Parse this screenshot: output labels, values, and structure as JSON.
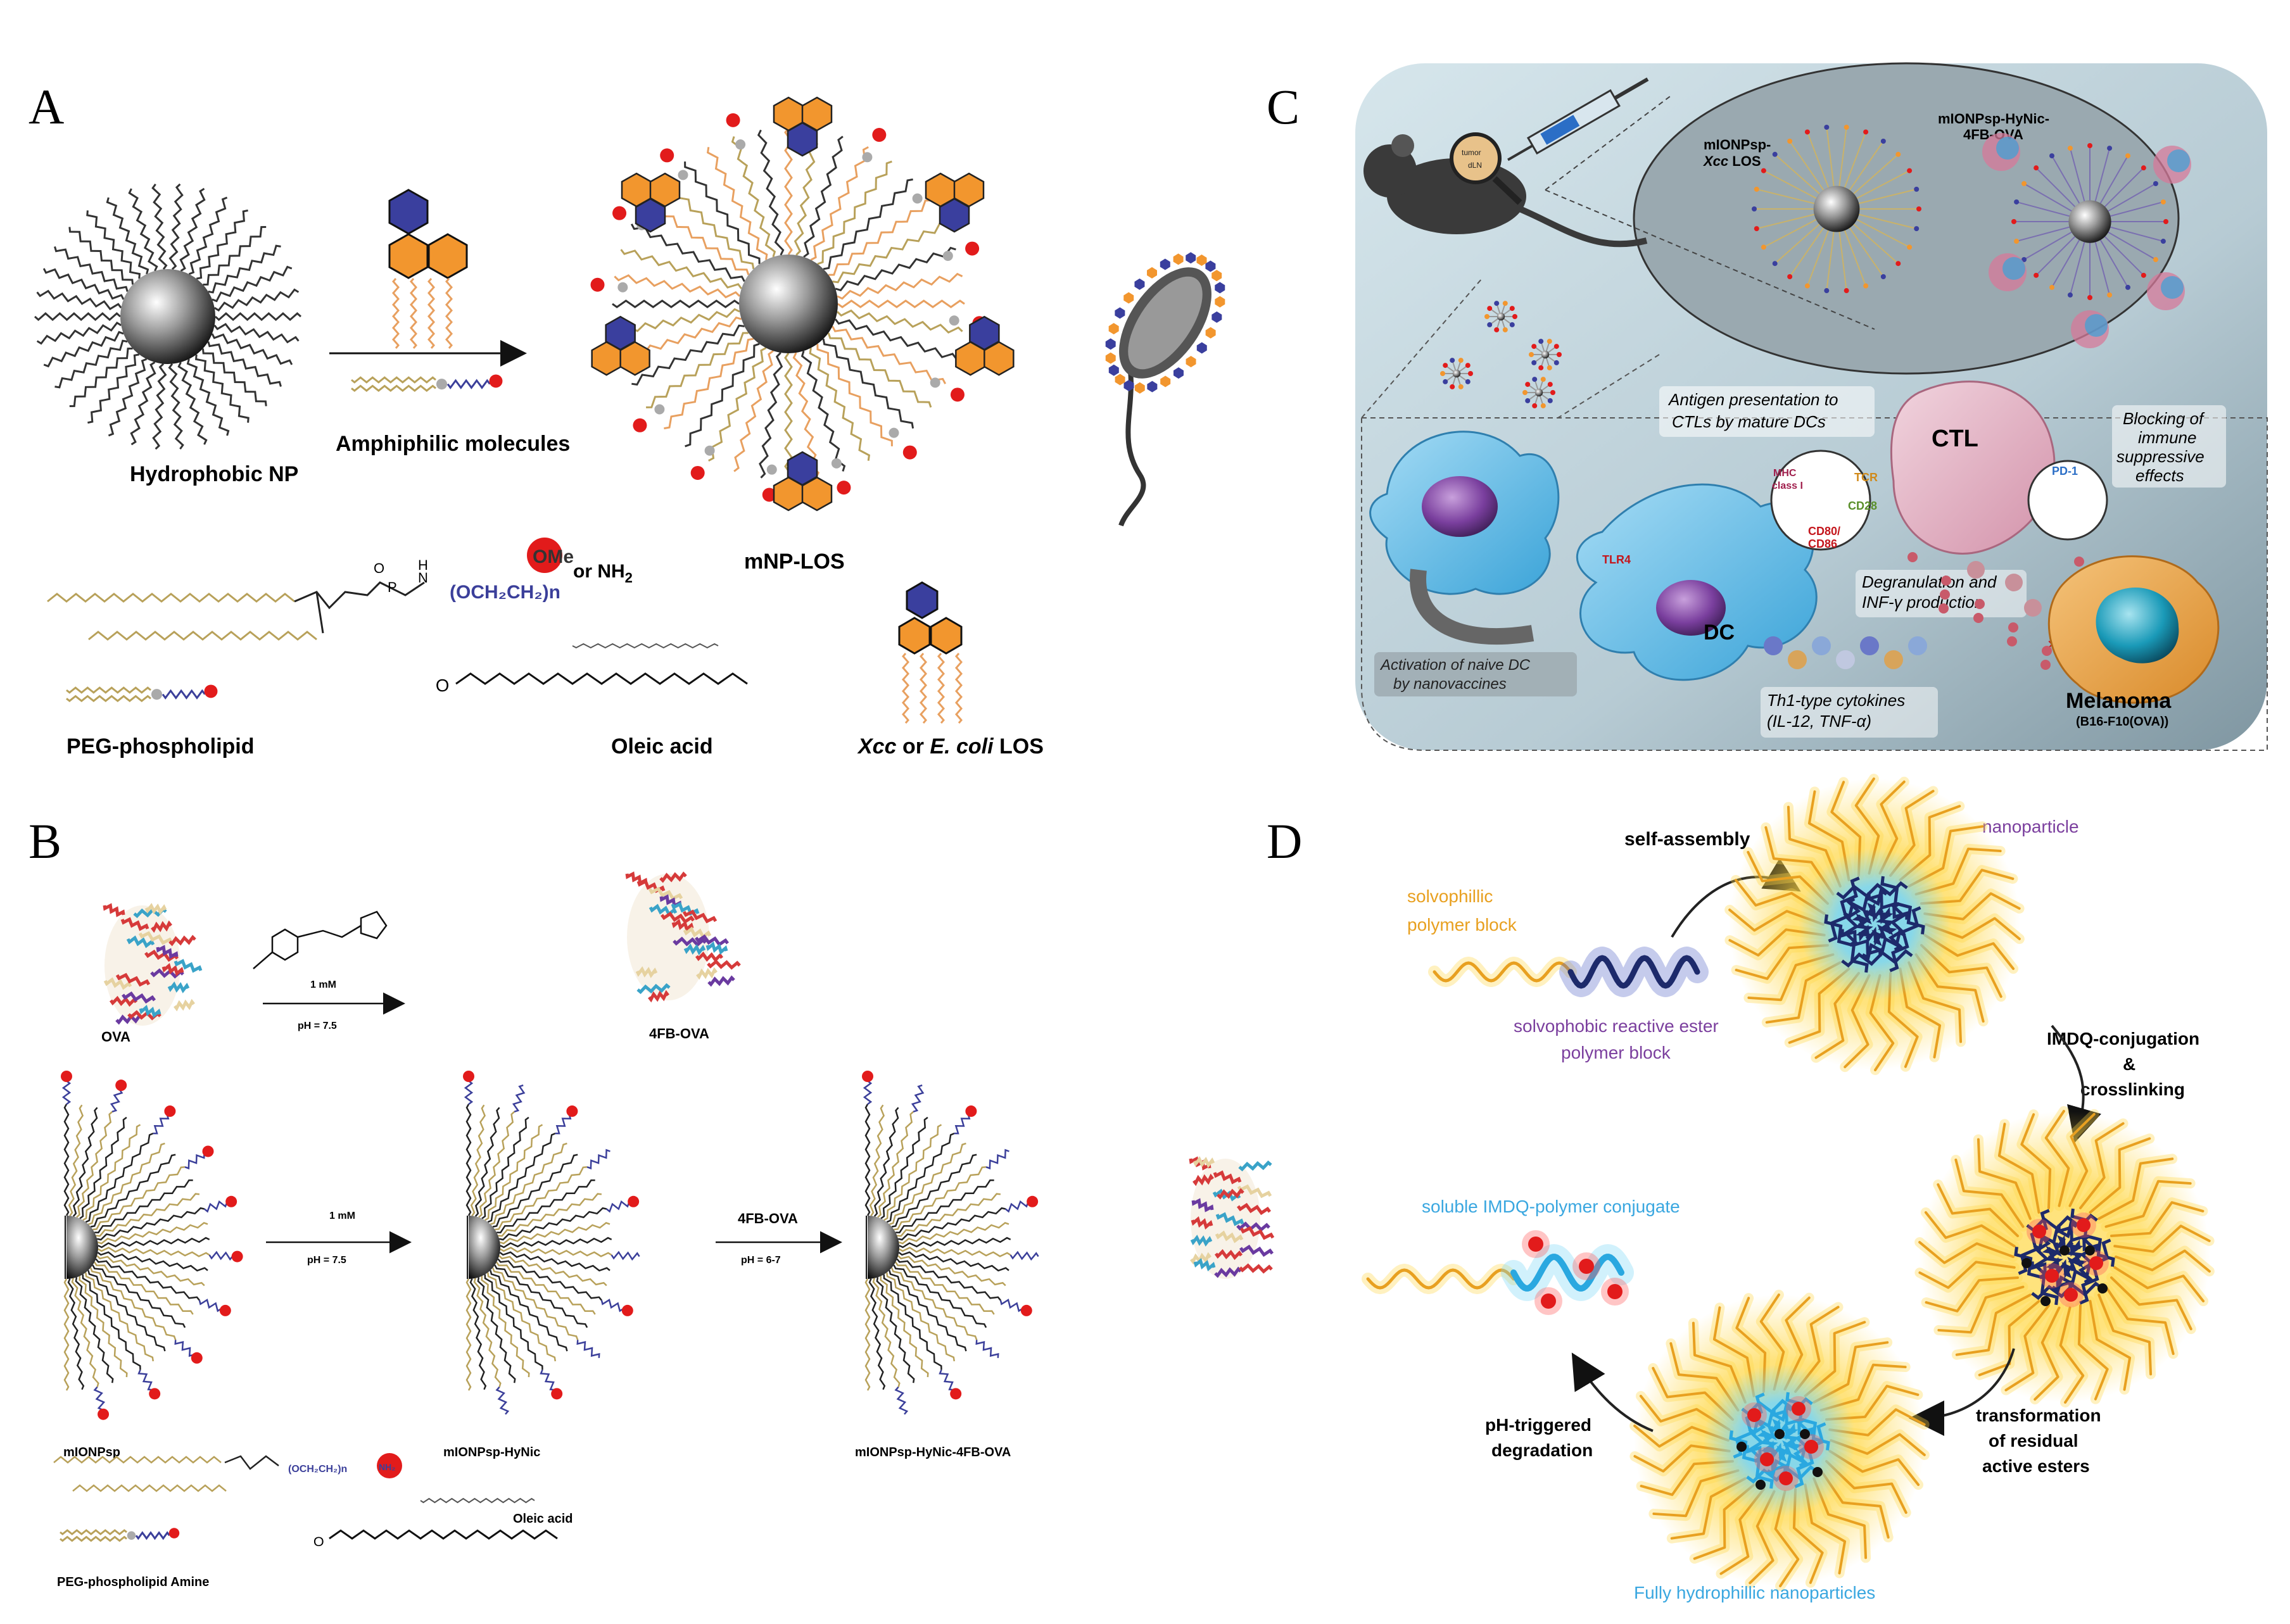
{
  "panels": {
    "A": {
      "label": "A",
      "hydrophobic_np": "Hydrophobic NP",
      "amphiphilic": "Amphiphilic molecules",
      "mnp_los": "mNP-LOS",
      "ome": "OMe",
      "or_nh2": "or NH",
      "nh2_sub": "2",
      "peg_chain": "(OCH₂CH₂)n",
      "peg_phospholipid": "PEG-phospholipid",
      "oleic_acid": "Oleic acid",
      "xcc": "Xcc",
      "or": "or",
      "ecoli": "E. coli",
      "los": "LOS"
    },
    "B": {
      "label": "B",
      "ova": "OVA",
      "fb_ova": "4FB-OVA",
      "one_mM_a": "1 mM",
      "ph75_a": "pH = 7.5",
      "one_mM_b": "1 mM",
      "ph75_b": "pH = 7.5",
      "fb_ova_arrow": "4FB-OVA",
      "ph67": "pH = 6-7",
      "mionpsp": "mIONPsp",
      "mionpsp_hynic": "mIONPsp-HyNic",
      "mionpsp_hynic_4fb": "mIONPsp-HyNic-4FB-OVA",
      "peg_amine": "PEG-phospholipid Amine",
      "oleic_acid": "Oleic acid",
      "nh2": "NH₂",
      "peg_chain": "(OCH₂CH₂)n"
    },
    "C": {
      "label": "C",
      "top_right_label_1": "mIONPsp-HyNic-",
      "top_right_label_2": "4FB-OVA",
      "xcc_label_1": "mIONPsp-",
      "xcc_label_2": "Xcc LOS",
      "antigen_1": "Antigen presentation to",
      "antigen_2": "CTLs by mature DCs",
      "ctl": "CTL",
      "blocking_1": "Blocking of",
      "blocking_2": "immune",
      "blocking_3": "suppressive",
      "blocking_4": "effects",
      "mhc_1": "MHC",
      "mhc_2": "class I",
      "tcr": "TCR",
      "cd28": "CD28",
      "cd80_1": "CD80/",
      "cd80_2": "CD86",
      "pd1": "PD-1",
      "tlr4": "TLR4",
      "degran_1": "Degranulation and",
      "degran_2": "INF-γ production",
      "dc": "DC",
      "activation_1": "Activation of naive DC",
      "activation_2": "by nanovaccines",
      "th1_1": "Th1-type cytokines",
      "th1_2": "(IL-12, TNF-α)",
      "melanoma": "Melanoma",
      "b16": "(B16-F10(OVA))",
      "tumor": "tumor",
      "dln": "dLN"
    },
    "D": {
      "label": "D",
      "self_assembly": "self-assembly",
      "nanoparticle": "nanoparticle",
      "solvophilic_1": "solvophillic",
      "solvophilic_2": "polymer block",
      "solvophobic_1": "solvophobic reactive ester",
      "solvophobic_2": "polymer block",
      "imdq_1": "IMDQ-conjugation",
      "imdq_2": "&",
      "imdq_3": "crosslinking",
      "soluble": "soluble IMDQ-polymer conjugate",
      "ph_1": "pH-triggered",
      "ph_2": "degradation",
      "transform_1": "transformation",
      "transform_2": "of residual",
      "transform_3": "active esters",
      "fully": "Fully hydrophillic nanoparticles"
    }
  },
  "colors": {
    "lipid_tail": "#b8a15a",
    "lipid_tail_orange": "#e8a060",
    "peg_blue": "#3b3f9a",
    "red_dot": "#e21b1b",
    "hex_orange": "#f2962e",
    "hex_blue": "#3a3f9e",
    "yellow_glow": "#f5c21a",
    "navy": "#1d2a6b",
    "cyan": "#5cc8ec",
    "purple_text": "#7b3f9e",
    "orange_text": "#e8a020",
    "blue_text": "#3aa7e0",
    "panel_c_bg": "#c9dde6"
  }
}
